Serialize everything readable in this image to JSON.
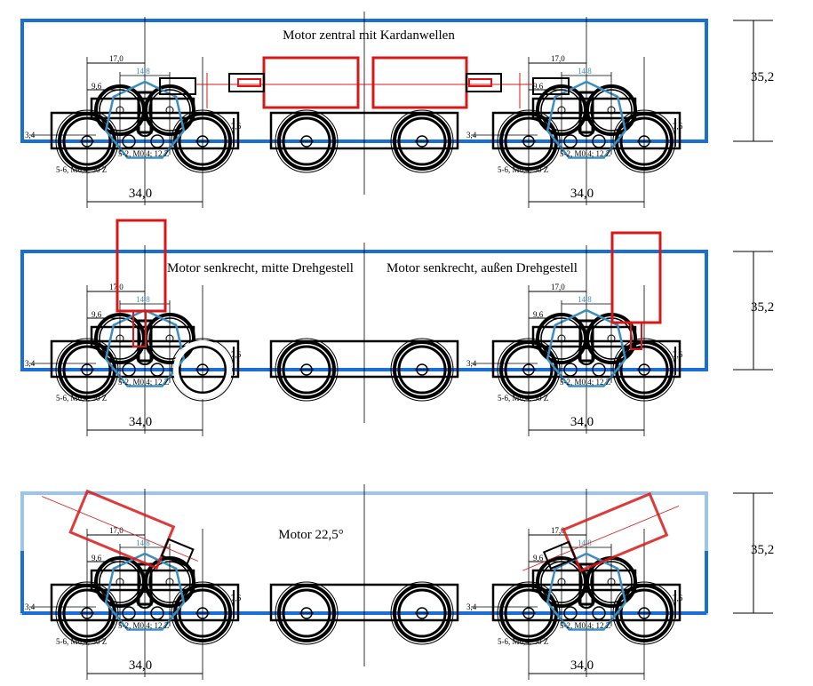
{
  "panels": [
    {
      "title": "Motor zentral mit Kardanwellen",
      "height_label": "35,2",
      "motor": "central"
    },
    {
      "title_left": "Motor senkrecht, mitte Drehgestell",
      "title_right": "Motor senkrecht, außen Drehgestell",
      "height_label": "35,2",
      "motor": "vertical"
    },
    {
      "title": "Motor 22,5°",
      "height_label": "35,2",
      "motor": "tilted"
    }
  ],
  "bogie_labels": {
    "wheelbase": "34,0",
    "half_wheelbase": "17,0",
    "gear_spacing": "14,8",
    "gear_height": "9,6",
    "left_height": "3,4",
    "right_height": "7,6",
    "small_gear": "5-2, M0,4; 12 Z",
    "large_gear": "5-6, M0,4; 30 Z"
  },
  "colors": {
    "body": "#1a6fd6",
    "body_light": "#9cc4ee",
    "motor": "#d81818",
    "gear_outline": "#3a8fc0",
    "line": "#000000"
  }
}
